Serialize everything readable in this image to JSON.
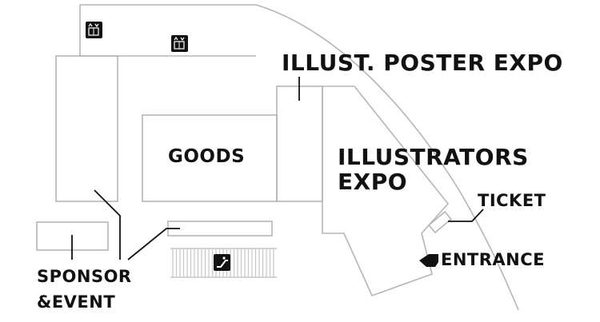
{
  "map": {
    "labels": {
      "illust_poster_expo": "ILLUST. POSTER EXPO",
      "goods": "GOODS",
      "illustrators_expo_line1": "ILLUSTRATORS",
      "illustrators_expo_line2": "EXPO",
      "ticket": "TICKET",
      "entrance": "ENTRANCE",
      "sponsor_event_line1": "SPONSOR",
      "sponsor_event_line2": "&EVENT"
    },
    "icons": [
      "elevator-icon",
      "elevator-icon",
      "escalator-icon"
    ],
    "colors": {
      "outline": "#b5b5b5",
      "leader": "#111111",
      "text": "#111111",
      "icon_bg": "#111111"
    }
  }
}
